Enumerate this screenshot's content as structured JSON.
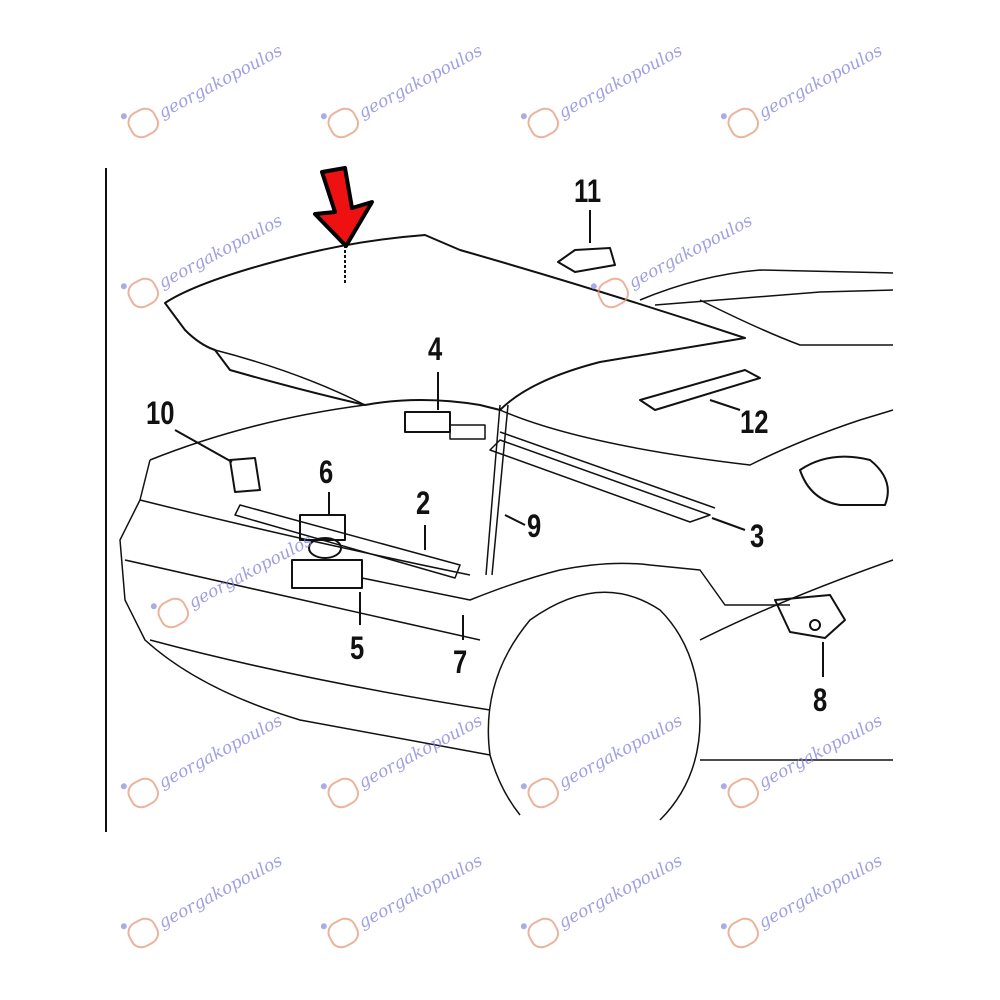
{
  "watermark": {
    "text": "georgakopoulos",
    "text_color": "#8080dd",
    "logo_color": "#e59a7a"
  },
  "highlight_arrow": {
    "color": "#ee1111",
    "target": "hood"
  },
  "callouts": [
    {
      "id": "2",
      "label": "2"
    },
    {
      "id": "3",
      "label": "3"
    },
    {
      "id": "4",
      "label": "4"
    },
    {
      "id": "5",
      "label": "5"
    },
    {
      "id": "6",
      "label": "6"
    },
    {
      "id": "7",
      "label": "7"
    },
    {
      "id": "8",
      "label": "8"
    },
    {
      "id": "9",
      "label": "9"
    },
    {
      "id": "10",
      "label": "10"
    },
    {
      "id": "11",
      "label": "11"
    },
    {
      "id": "12",
      "label": "12"
    }
  ]
}
